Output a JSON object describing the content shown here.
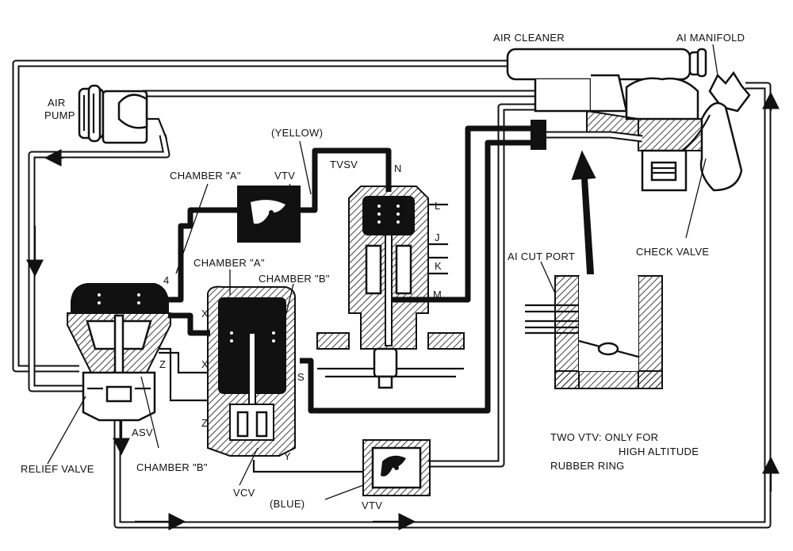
{
  "labels": {
    "air_cleaner": "AIR CLEANER",
    "ai_manifold": "AI MANIFOLD",
    "air_pump_line1": "AIR",
    "air_pump_line2": "PUMP",
    "yellow": "(YELLOW)",
    "tvsv": "TVSV",
    "n": "N",
    "vtv_top": "VTV",
    "chamber_a_top": "CHAMBER \"A\"",
    "chamber_a_mid": "CHAMBER \"A\"",
    "chamber_b_mid": "CHAMBER \"B\"",
    "chamber_b_low": "CHAMBER \"B\"",
    "l": "L",
    "j": "J",
    "k": "K",
    "m": "M",
    "four": "4",
    "x1": "X",
    "x2": "X",
    "z1": "Z",
    "z2": "Z",
    "s": "S",
    "y": "Y",
    "asv": "ASV",
    "relief_valve": "RELIEF VALVE",
    "vcv": "VCV",
    "blue": "(BLUE)",
    "vtv_bottom": "VTV",
    "ai_cut_port": "AI CUT PORT",
    "check_valve": "CHECK VALVE",
    "note_line1": "TWO VTV: ONLY FOR",
    "note_line2": "HIGH ALTITUDE",
    "note_line3": "RUBBER RING"
  }
}
